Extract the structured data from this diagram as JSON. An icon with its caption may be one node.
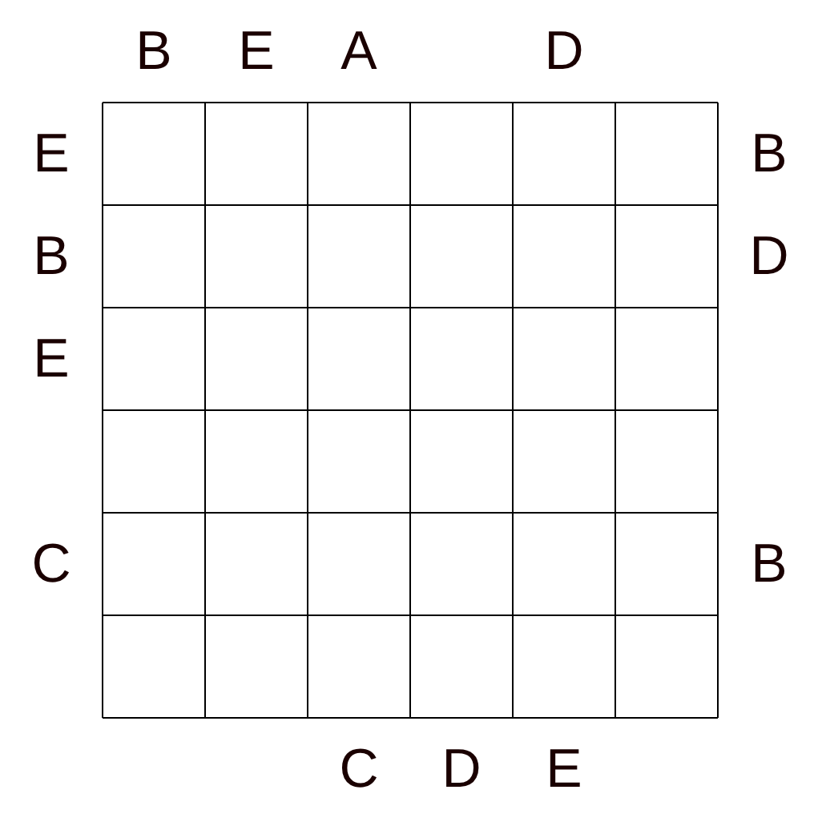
{
  "diagram": {
    "labels": [
      "B",
      "E",
      "A",
      "D",
      "E",
      "B",
      "B",
      "D",
      "E",
      "C",
      "B",
      "C",
      "D",
      "E"
    ]
  }
}
